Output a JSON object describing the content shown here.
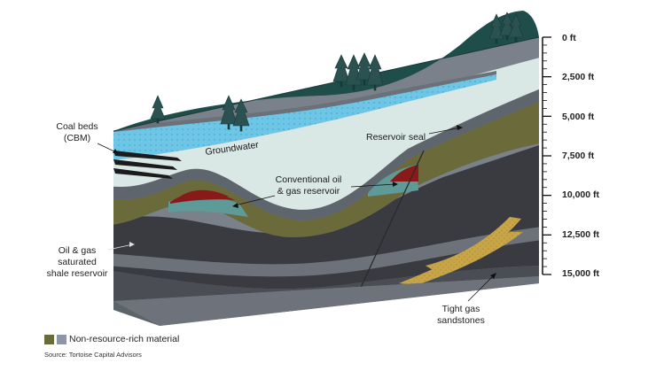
{
  "labels": {
    "coal_beds": [
      "Coal beds",
      "(CBM)"
    ],
    "groundwater": "Groundwater",
    "reservoir_seal": "Reservoir seal",
    "conventional": [
      "Conventional oil",
      "& gas reservoir"
    ],
    "shale": [
      "Oil & gas",
      "saturated",
      "shale reservoir"
    ],
    "tight_gas": [
      "Tight gas",
      "sandstones"
    ]
  },
  "depth_scale": [
    "0 ft",
    "2,500 ft",
    "5,000 ft",
    "7,500 ft",
    "10,000 ft",
    "12,500 ft",
    "15,000 ft"
  ],
  "legend": {
    "label": "Non-resource-rich material",
    "colors": [
      "#6b6a3a",
      "#8e96a4"
    ]
  },
  "source": "Source: Tortoise Capital Advisors",
  "colors": {
    "surface": "#1f4d4a",
    "tree": "#2b5150",
    "groundwater": "#6ec6e6",
    "cap_rock": "#d9e7e5",
    "seal": "#707780",
    "olive": "#6b6a3a",
    "shale": "#3a3b40",
    "gray_layer": "#80848c",
    "sandstone": "#c7a64a",
    "oil": "#8a1a1a",
    "water_teal": "#5e9a98",
    "coal": "#1b1b1b"
  }
}
